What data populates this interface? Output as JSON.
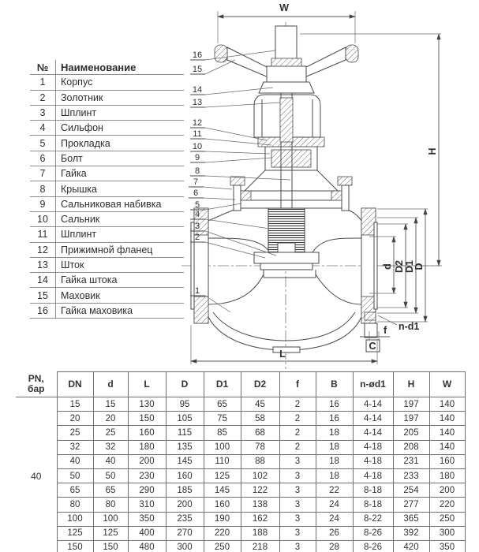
{
  "parts_list": {
    "headers": [
      "№",
      "Наименование"
    ],
    "rows": [
      [
        "1",
        "Корпус"
      ],
      [
        "2",
        "Золотник"
      ],
      [
        "3",
        "Шплинт"
      ],
      [
        "4",
        "Сильфон"
      ],
      [
        "5",
        "Прокладка"
      ],
      [
        "6",
        "Болт"
      ],
      [
        "7",
        "Гайка"
      ],
      [
        "8",
        "Крышка"
      ],
      [
        "9",
        "Сальниковая набивка"
      ],
      [
        "10",
        "Сальник"
      ],
      [
        "11",
        "Шплинт"
      ],
      [
        "12",
        "Прижимной фланец"
      ],
      [
        "13",
        "Шток"
      ],
      [
        "14",
        "Гайка штока"
      ],
      [
        "15",
        "Маховик"
      ],
      [
        "16",
        "Гайка маховика"
      ]
    ]
  },
  "dimensions_table": {
    "pn_label_line1": "PN,",
    "pn_label_line2": "бар",
    "pn_value": "40",
    "col_headers": [
      "DN",
      "d",
      "L",
      "D",
      "D1",
      "D2",
      "f",
      "B",
      "n-ød1",
      "H",
      "W"
    ],
    "rows": [
      [
        "15",
        "15",
        "130",
        "95",
        "65",
        "45",
        "2",
        "16",
        "4-14",
        "197",
        "140"
      ],
      [
        "20",
        "20",
        "150",
        "105",
        "75",
        "58",
        "2",
        "16",
        "4-14",
        "197",
        "140"
      ],
      [
        "25",
        "25",
        "160",
        "115",
        "85",
        "68",
        "2",
        "18",
        "4-14",
        "205",
        "140"
      ],
      [
        "32",
        "32",
        "180",
        "135",
        "100",
        "78",
        "2",
        "18",
        "4-18",
        "208",
        "140"
      ],
      [
        "40",
        "40",
        "200",
        "145",
        "110",
        "88",
        "3",
        "18",
        "4-18",
        "231",
        "160"
      ],
      [
        "50",
        "50",
        "230",
        "160",
        "125",
        "102",
        "3",
        "18",
        "4-18",
        "233",
        "180"
      ],
      [
        "65",
        "65",
        "290",
        "185",
        "145",
        "122",
        "3",
        "22",
        "8-18",
        "254",
        "200"
      ],
      [
        "80",
        "80",
        "310",
        "200",
        "160",
        "138",
        "3",
        "24",
        "8-18",
        "277",
        "220"
      ],
      [
        "100",
        "100",
        "350",
        "235",
        "190",
        "162",
        "3",
        "24",
        "8-22",
        "365",
        "250"
      ],
      [
        "125",
        "125",
        "400",
        "270",
        "220",
        "188",
        "3",
        "26",
        "8-26",
        "392",
        "300"
      ],
      [
        "150",
        "150",
        "480",
        "300",
        "250",
        "218",
        "3",
        "28",
        "8-26",
        "420",
        "350"
      ]
    ]
  },
  "drawing": {
    "dim_labels": {
      "width": "W",
      "height": "H",
      "length": "L",
      "bore": "d",
      "d2": "D2",
      "d1": "D1",
      "outer": "D",
      "face": "f",
      "base": "C",
      "bolt_holes": "n-d1"
    },
    "callouts": [
      "1",
      "2",
      "3",
      "4",
      "5",
      "6",
      "7",
      "8",
      "9",
      "10",
      "11",
      "12",
      "13",
      "14",
      "15",
      "16"
    ]
  }
}
